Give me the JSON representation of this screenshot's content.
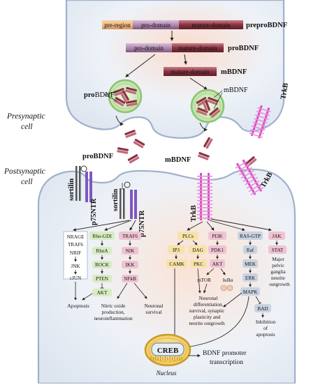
{
  "precursor": {
    "pre_region": "pre-region",
    "pro_domain": "pro-domain",
    "mature_domain": "mature-domain",
    "prepro_label": "preproBDNF",
    "pro_label": "proBDNF",
    "m_label": "mBDNF"
  },
  "vesicles": {
    "left_prefix": "pro",
    "left_suffix": "BDNF",
    "right_label": "mBDNF"
  },
  "cells": {
    "pre": "Presynaptic",
    "pre2": "cell",
    "post": "Postsynaptic",
    "post2": "cell"
  },
  "receptors": {
    "sortilin": "sortilin",
    "p75": "p75NTR",
    "trkb": "TrkB",
    "released_pro": "proBDNF",
    "released_m": "mBDNF"
  },
  "pathway_p75": {
    "col1": [
      "NRAGE",
      "TRAF6",
      "NRIF",
      "JNK",
      "cJUN"
    ],
    "col2": [
      "Rho-GDI",
      "RhoA",
      "ROCK",
      "PTEN",
      "AKT"
    ],
    "col3": [
      "TRAF6",
      "NIK",
      "IKK",
      "NFkB"
    ],
    "apoptosis": "Apoptosis",
    "nitric": [
      "Nitric oxide",
      "production,",
      "neuroinflammation"
    ],
    "survival": [
      "Neuronal",
      "survival"
    ]
  },
  "pathway_trkb": {
    "plc": "PLCs",
    "ip3": "IP3",
    "dag": "DAG",
    "camk": "CAMK",
    "pkc": "PKC",
    "pi3k": "PI3K",
    "pdk1": "PDK1",
    "akt": "AKT",
    "mtor": "mTOR",
    "ikba": "IκBα",
    "rasgtp": "RAS-GTP",
    "raf": "Raf",
    "mek": "MEK",
    "erk": "ERK",
    "mapk": "MAPK",
    "bad": "BAD",
    "jak": "JAK",
    "stat": "STAT",
    "stat_outcome": [
      "Major",
      "pelvic",
      "ganglia",
      "neurite",
      "outgrowth"
    ],
    "neuronal_outcome": [
      "Neuronal",
      "differentiation,",
      "survival, synaptic",
      "plasticity and",
      "neurite outgrowth"
    ],
    "inhibition": [
      "Inhibition",
      "of",
      "apoptosis"
    ]
  },
  "nucleus": {
    "creb": "CREB",
    "label": "Nucleus",
    "transcription": [
      "BDNF promoter",
      "transcription"
    ]
  },
  "colors": {
    "pre_region": "#f3b984",
    "pro_domain": "#b38ab4",
    "mature_domain": "#8a3340",
    "membrane": "#9fb1cc",
    "green_box": "#d7ecc2",
    "pink_box": "#efc3d3",
    "gray_box": "#c9d3e0",
    "nucleus": "#f6d36b"
  }
}
